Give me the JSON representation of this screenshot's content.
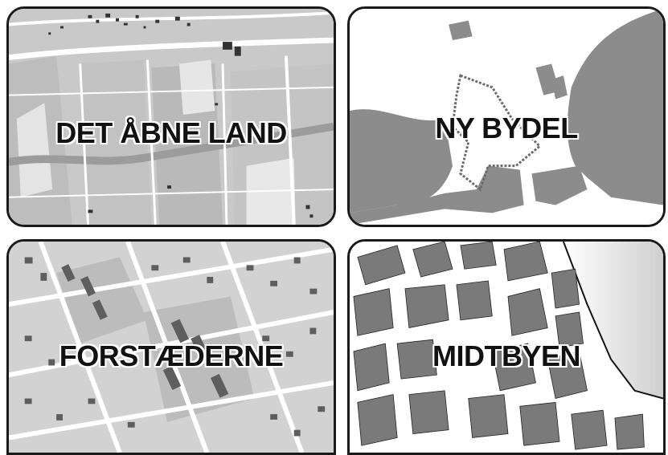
{
  "panels": [
    {
      "id": "det-abne-land",
      "label": "DET ÅBNE LAND"
    },
    {
      "id": "ny-bydel",
      "label": "NY BYDEL"
    },
    {
      "id": "forstaederne",
      "label": "FORSTÆDERNE"
    },
    {
      "id": "midtbyen",
      "label": "MIDTBYEN"
    }
  ],
  "colors": {
    "frame": "#1a1a1a",
    "land_light": "#c8c8c8",
    "land_mid": "#a8a8a8",
    "water_dark": "#8a8a8a",
    "building": "#5a5a5a",
    "road": "#ffffff"
  }
}
